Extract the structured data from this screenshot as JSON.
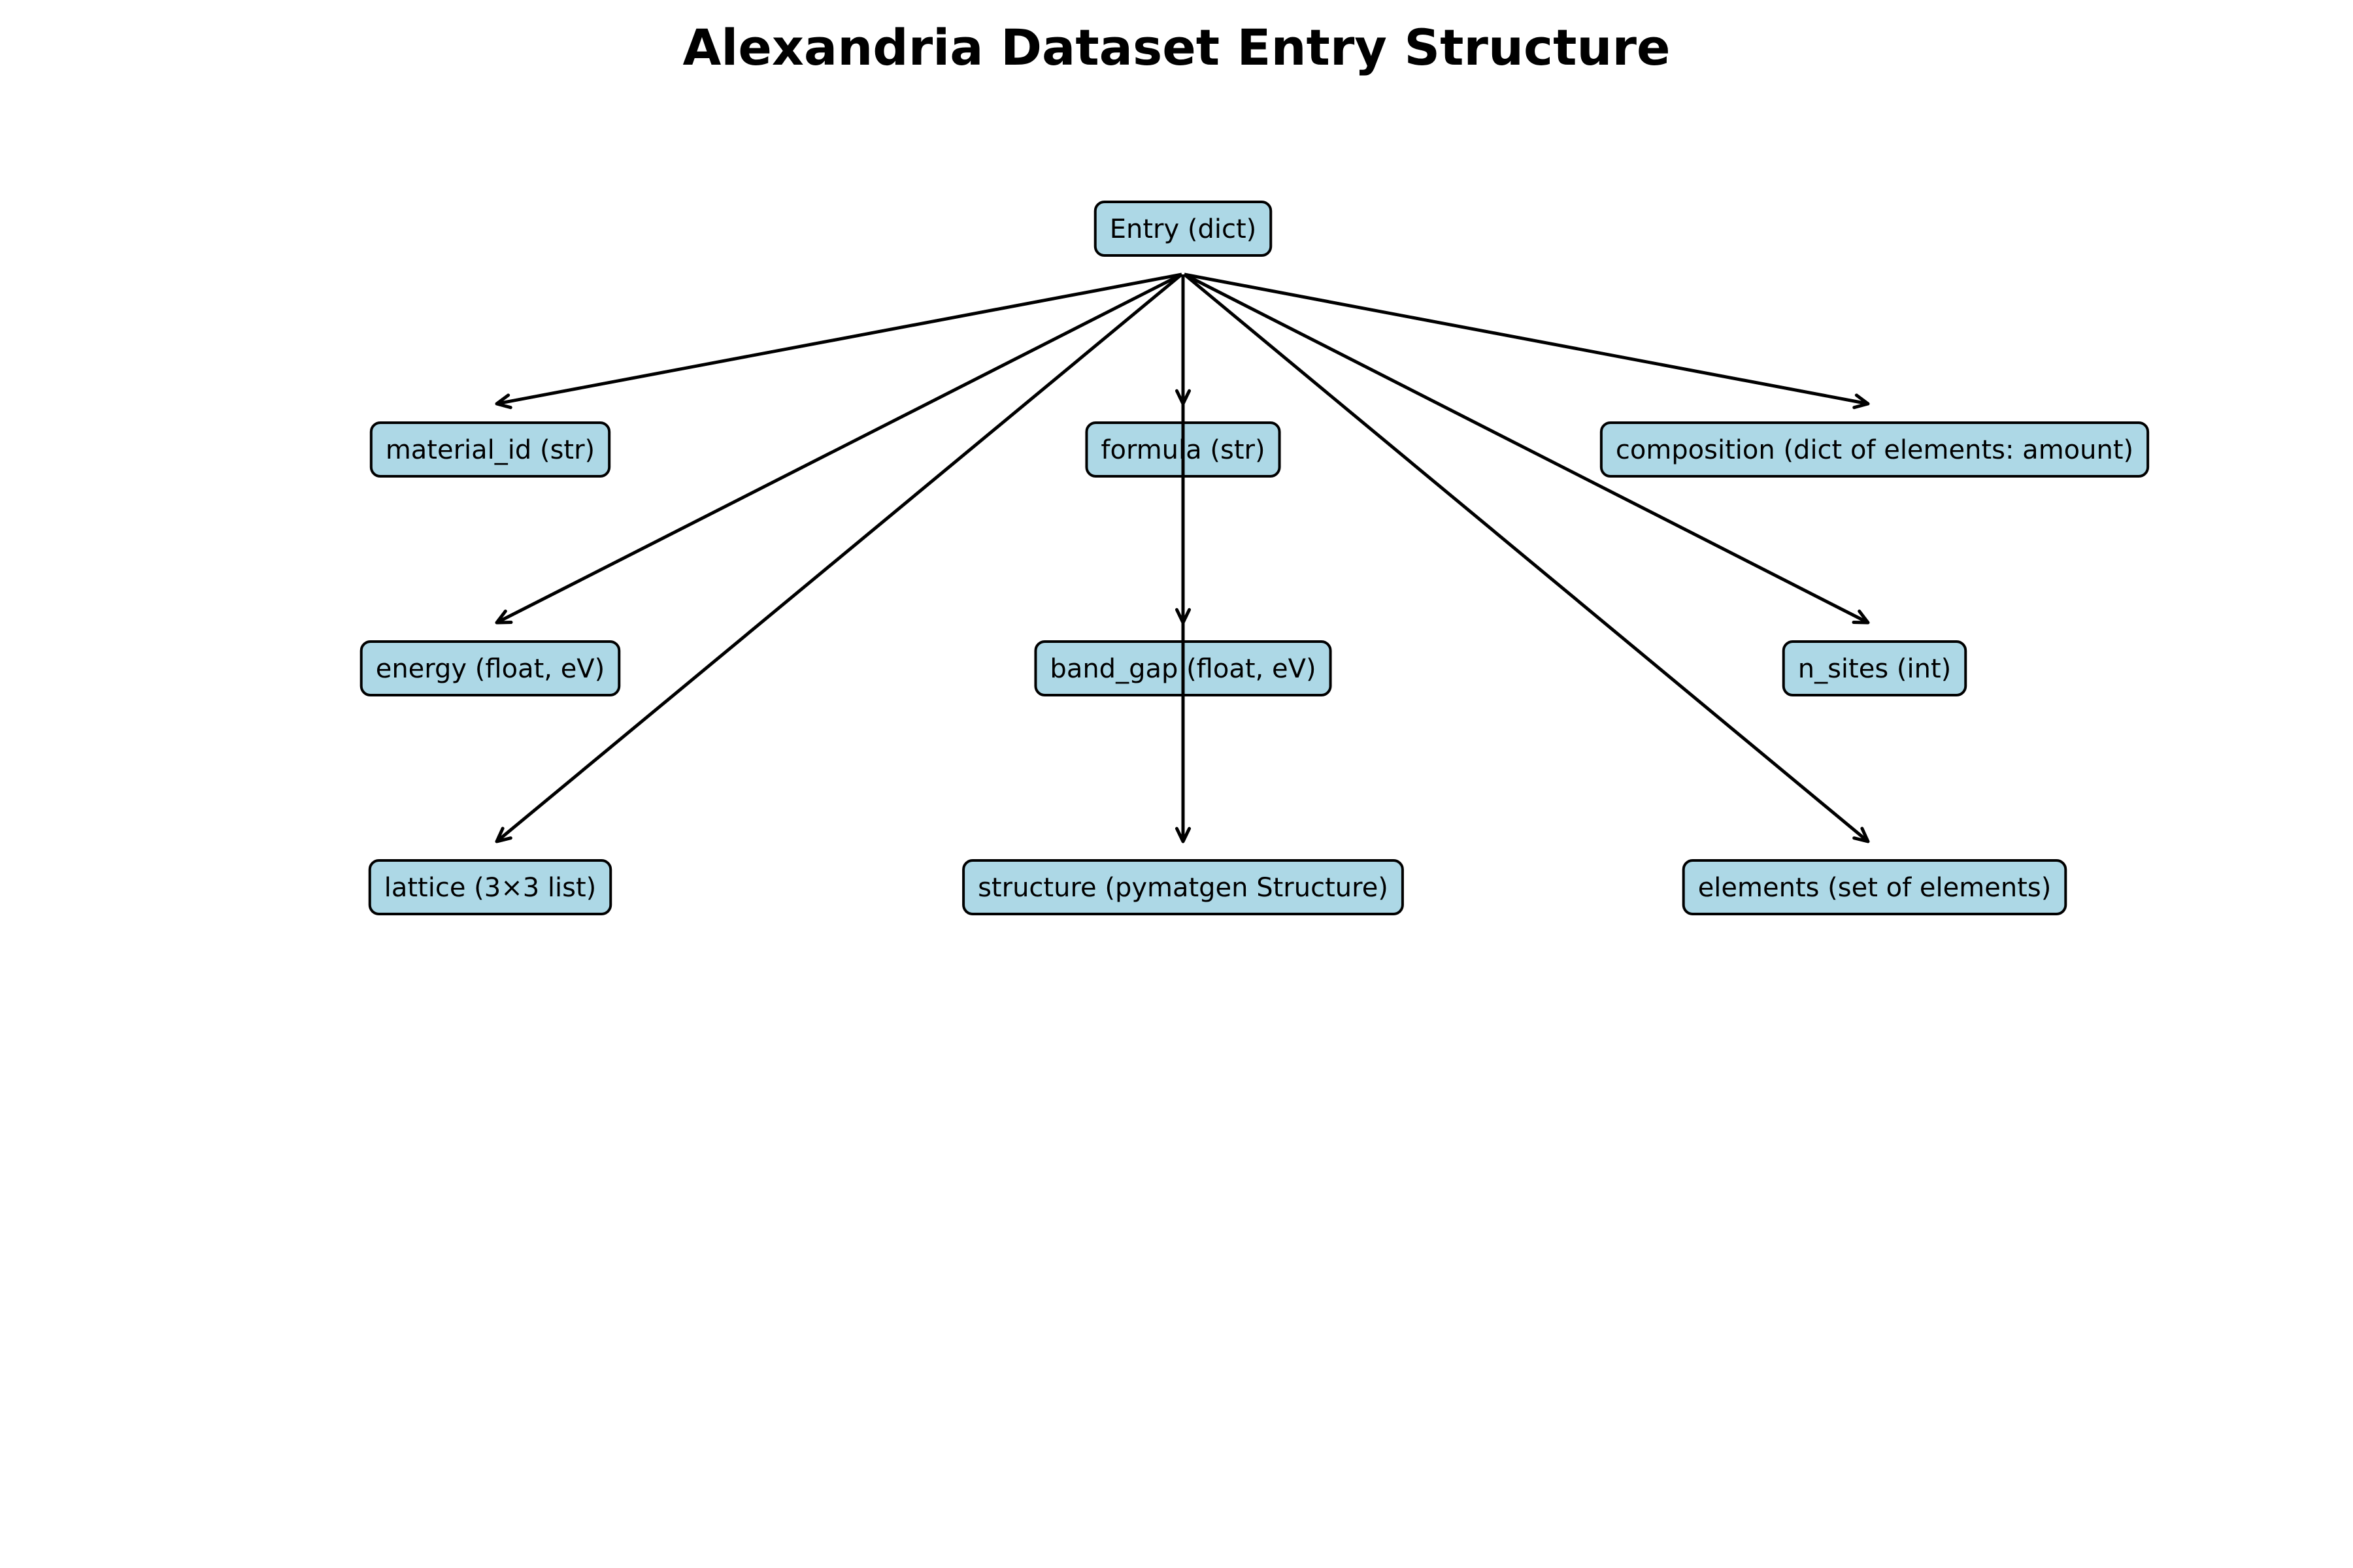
{
  "title": "Alexandria Dataset Entry Structure",
  "diagram": {
    "root": {
      "id": "entry",
      "label": "Entry (dict)"
    },
    "children": [
      {
        "id": "material_id",
        "label": "material_id (str)"
      },
      {
        "id": "formula",
        "label": "formula (str)"
      },
      {
        "id": "composition",
        "label": "composition (dict of elements: amount)"
      },
      {
        "id": "energy",
        "label": "energy (float, eV)"
      },
      {
        "id": "band_gap",
        "label": "band_gap (float, eV)"
      },
      {
        "id": "n_sites",
        "label": "n_sites (int)"
      },
      {
        "id": "lattice",
        "label": "lattice (3×3 list)"
      },
      {
        "id": "structure",
        "label": "structure (pymatgen Structure)"
      },
      {
        "id": "elements",
        "label": "elements (set of elements)"
      }
    ],
    "colors": {
      "node_fill": "#add8e6",
      "node_stroke": "#000000",
      "edge": "#000000"
    }
  }
}
